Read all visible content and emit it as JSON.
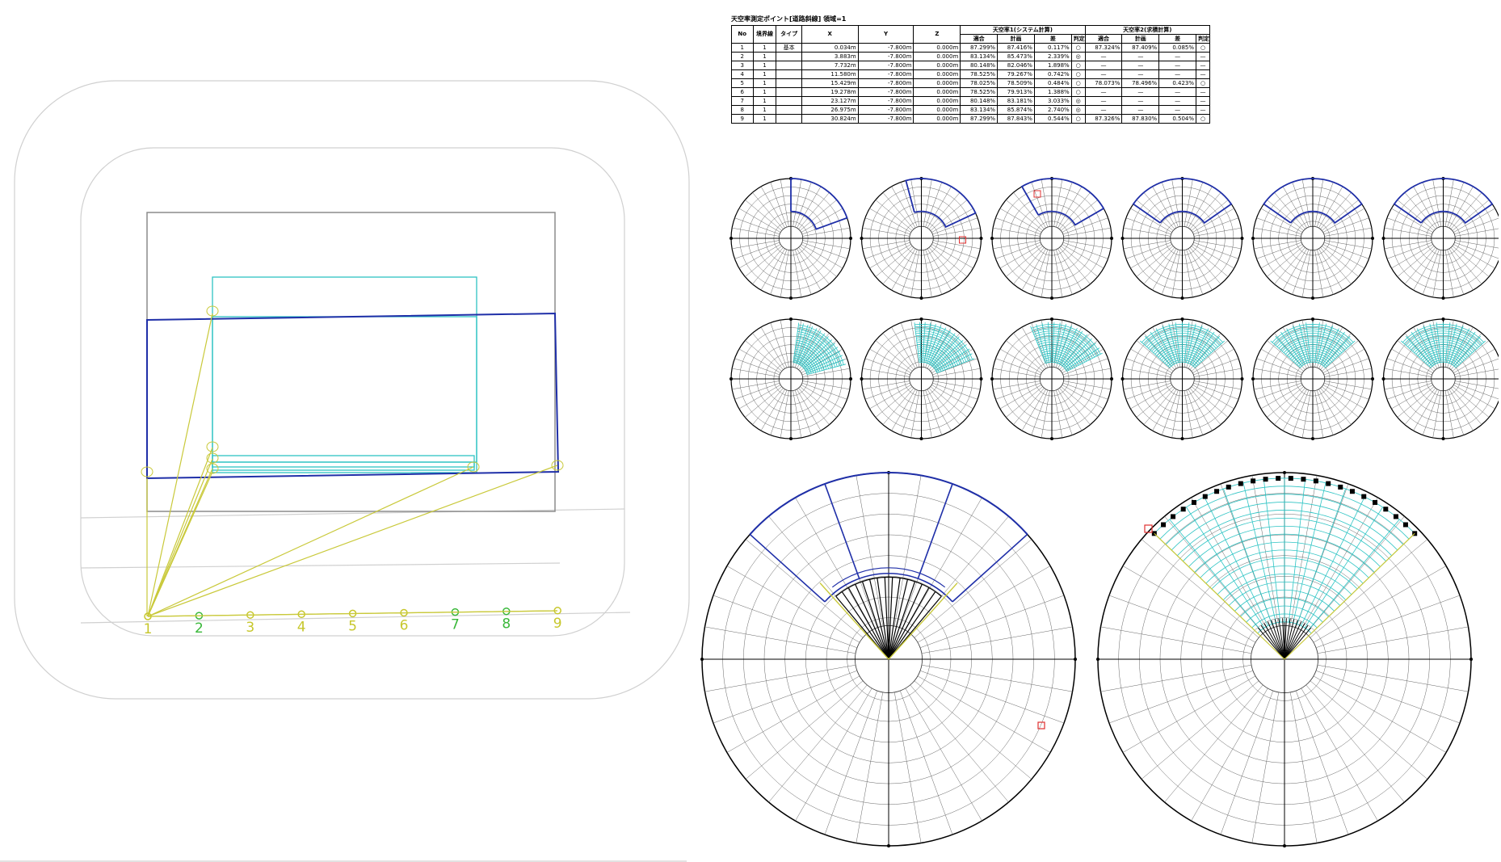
{
  "table": {
    "title": "天空率測定ポイント[道路斜線] 領域=1",
    "headers": {
      "no": "No",
      "boundary": "境界線",
      "type": "タイプ",
      "x": "X",
      "y": "Y",
      "z": "Z",
      "group1": "天空率1(システム計算)",
      "group2": "天空率2(求積計算)",
      "plan": "適合",
      "calc": "計画",
      "diff": "差",
      "judge": "判定"
    },
    "rows": [
      {
        "no": "1",
        "b": "1",
        "type": "基本",
        "x": "0.034m",
        "y": "-7.800m",
        "z": "0.000m",
        "p1": "87.299%",
        "c1": "87.416%",
        "d1": "0.117%",
        "j1": "○",
        "p2": "87.324%",
        "c2": "87.409%",
        "d2": "0.085%",
        "j2": "○"
      },
      {
        "no": "2",
        "b": "1",
        "type": "",
        "x": "3.883m",
        "y": "-7.800m",
        "z": "0.000m",
        "p1": "83.134%",
        "c1": "85.473%",
        "d1": "2.339%",
        "j1": "◎",
        "p2": "—",
        "c2": "—",
        "d2": "—",
        "j2": "—"
      },
      {
        "no": "3",
        "b": "1",
        "type": "",
        "x": "7.732m",
        "y": "-7.800m",
        "z": "0.000m",
        "p1": "80.148%",
        "c1": "82.046%",
        "d1": "1.898%",
        "j1": "○",
        "p2": "—",
        "c2": "—",
        "d2": "—",
        "j2": "—"
      },
      {
        "no": "4",
        "b": "1",
        "type": "",
        "x": "11.580m",
        "y": "-7.800m",
        "z": "0.000m",
        "p1": "78.525%",
        "c1": "79.267%",
        "d1": "0.742%",
        "j1": "○",
        "p2": "—",
        "c2": "—",
        "d2": "—",
        "j2": "—"
      },
      {
        "no": "5",
        "b": "1",
        "type": "",
        "x": "15.429m",
        "y": "-7.800m",
        "z": "0.000m",
        "p1": "78.025%",
        "c1": "78.509%",
        "d1": "0.484%",
        "j1": "○",
        "p2": "78.073%",
        "c2": "78.496%",
        "d2": "0.423%",
        "j2": "○"
      },
      {
        "no": "6",
        "b": "1",
        "type": "",
        "x": "19.278m",
        "y": "-7.800m",
        "z": "0.000m",
        "p1": "78.525%",
        "c1": "79.913%",
        "d1": "1.388%",
        "j1": "○",
        "p2": "—",
        "c2": "—",
        "d2": "—",
        "j2": "—"
      },
      {
        "no": "7",
        "b": "1",
        "type": "",
        "x": "23.127m",
        "y": "-7.800m",
        "z": "0.000m",
        "p1": "80.148%",
        "c1": "83.181%",
        "d1": "3.033%",
        "j1": "◎",
        "p2": "—",
        "c2": "—",
        "d2": "—",
        "j2": "—"
      },
      {
        "no": "8",
        "b": "1",
        "type": "",
        "x": "26.975m",
        "y": "-7.800m",
        "z": "0.000m",
        "p1": "83.134%",
        "c1": "85.874%",
        "d1": "2.740%",
        "j1": "◎",
        "p2": "—",
        "c2": "—",
        "d2": "—",
        "j2": "—"
      },
      {
        "no": "9",
        "b": "1",
        "type": "",
        "x": "30.824m",
        "y": "-7.800m",
        "z": "0.000m",
        "p1": "87.299%",
        "c1": "87.843%",
        "d1": "0.544%",
        "j1": "○",
        "p2": "87.326%",
        "c2": "87.830%",
        "d2": "0.504%",
        "j2": "○"
      }
    ]
  },
  "plan": {
    "point_labels": [
      "1",
      "2",
      "3",
      "4",
      "5",
      "6",
      "7",
      "8",
      "9"
    ]
  },
  "colors": {
    "road_outline": "#cfcfcf",
    "site": "#8c8c8c",
    "plan_building": "#1f2fa8",
    "fit_building": "#2ec4c4",
    "sightlines": "#c9c93a",
    "point_yellow": "#c7c72c",
    "point_green": "#3ab83a",
    "marker": "#e03030"
  }
}
